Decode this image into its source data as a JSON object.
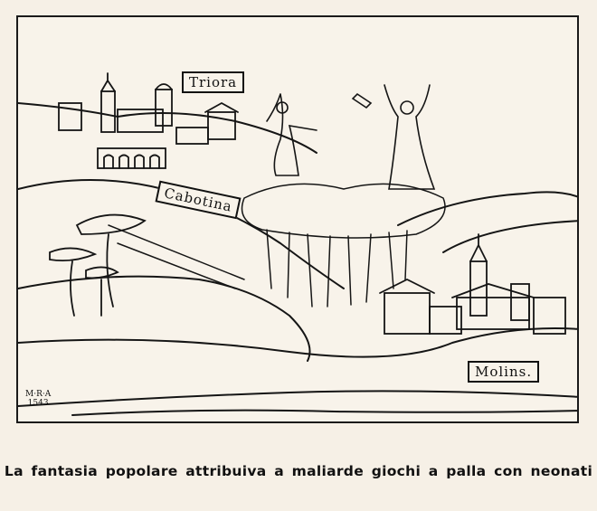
{
  "illustration": {
    "labels": {
      "triora": "Triora",
      "cabotina": "Cabotina",
      "molins": "Molins."
    },
    "monogram": {
      "initials": "M·R·A",
      "year": "1543"
    }
  },
  "caption": "La fantasia popolare attribuiva a maliarde giochi a palla con neonati"
}
